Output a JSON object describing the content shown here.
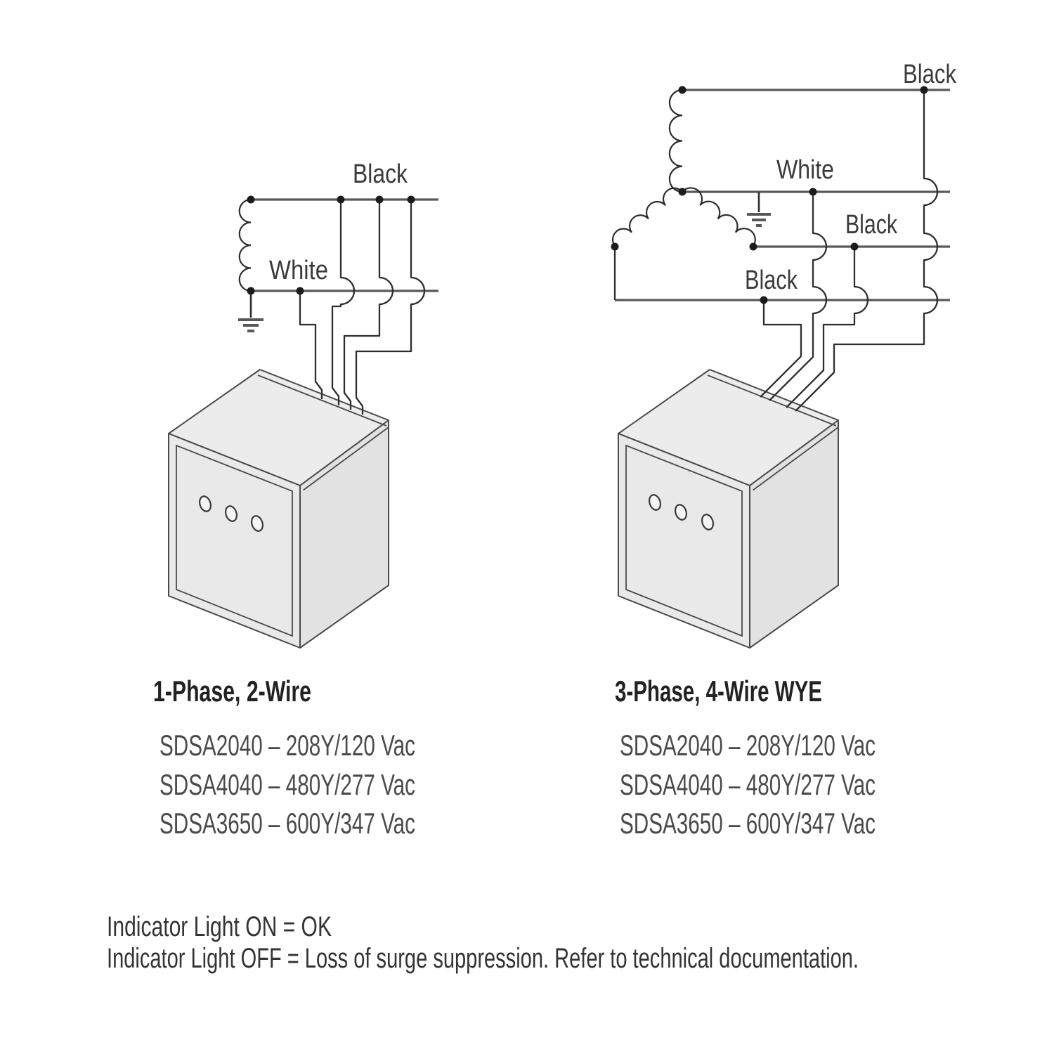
{
  "left_diagram": {
    "title": "1-Phase, 2-Wire",
    "labels": {
      "black": "Black",
      "white": "White"
    },
    "models": [
      "SDSA2040 – 208Y/120 Vac",
      "SDSA4040 – 480Y/277 Vac",
      "SDSA3650 – 600Y/347 Vac"
    ]
  },
  "right_diagram": {
    "title": "3-Phase, 4-Wire WYE",
    "labels": {
      "black_top": "Black",
      "white": "White",
      "black_middle": "Black",
      "black_bottom": "Black"
    },
    "models": [
      "SDSA2040 – 208Y/120 Vac",
      "SDSA4040 – 480Y/277 Vac",
      "SDSA3650 – 600Y/347 Vac"
    ]
  },
  "notes": {
    "line1": "Indicator Light ON = OK",
    "line2": "Indicator Light OFF = Loss of surge suppression. Refer to technical documentation."
  },
  "colors": {
    "ink": "#2d2d2f",
    "bus": "#59595b",
    "box_fill": "#e9e9e9",
    "background": "#ffffff"
  }
}
